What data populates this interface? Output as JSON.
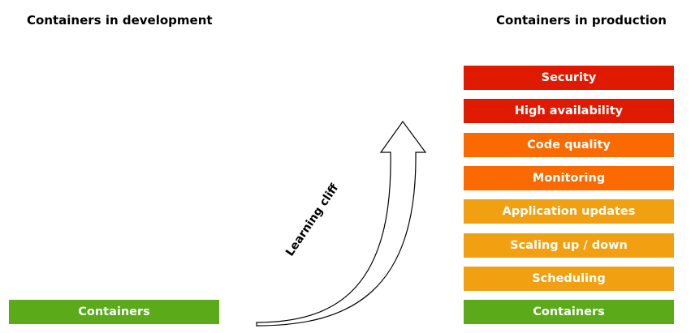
{
  "diagram": {
    "left_heading": "Containers in development",
    "right_heading": "Containers in production",
    "dev_stack": {
      "label": "Containers",
      "color": "#5aaa1a"
    },
    "arrow_label": "Learning cliff",
    "production_stack": [
      {
        "label": "Security",
        "color": "#e01a00"
      },
      {
        "label": "High availability",
        "color": "#e01a00"
      },
      {
        "label": "Code quality",
        "color": "#fb6a00"
      },
      {
        "label": "Monitoring",
        "color": "#fb6a00"
      },
      {
        "label": "Application updates",
        "color": "#f0a010"
      },
      {
        "label": "Scaling up / down",
        "color": "#f0a010"
      },
      {
        "label": "Scheduling",
        "color": "#f0a010"
      },
      {
        "label": "Containers",
        "color": "#5aaa1a"
      }
    ]
  }
}
